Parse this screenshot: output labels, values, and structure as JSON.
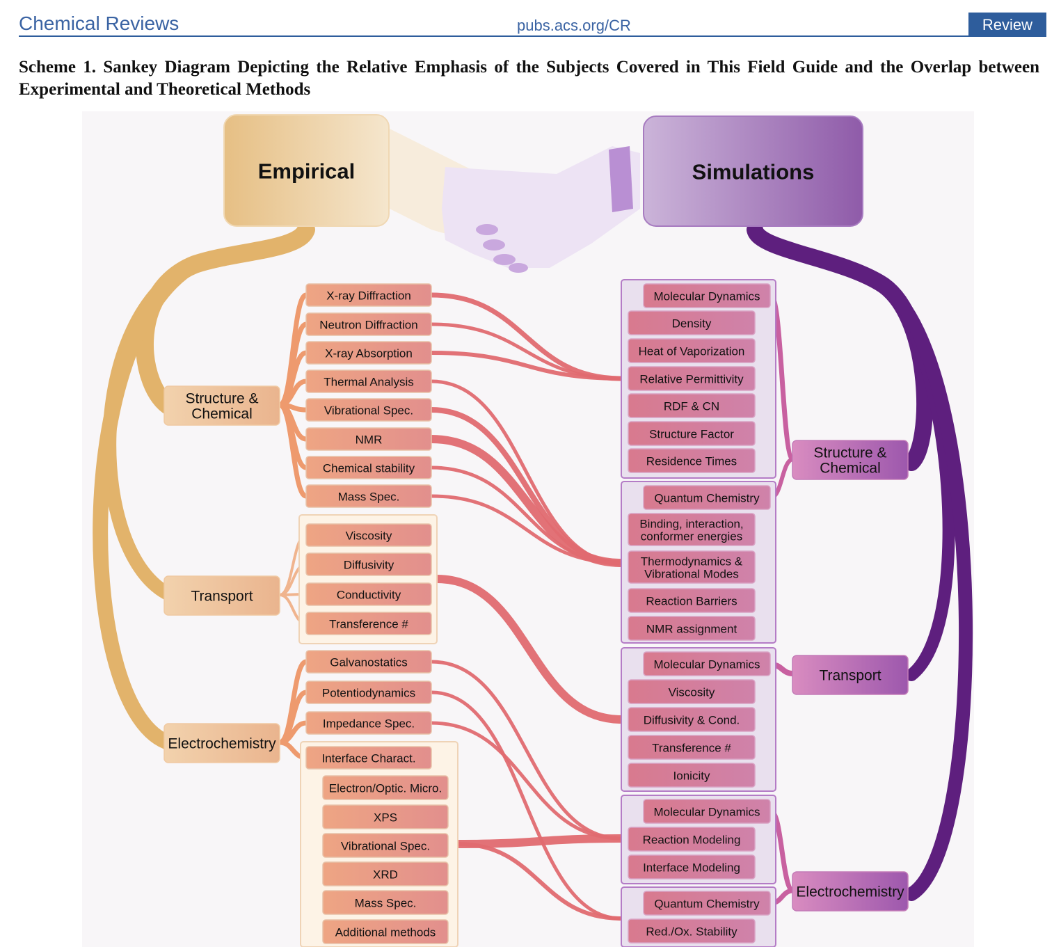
{
  "header": {
    "journal": "Chemical Reviews",
    "url": "pubs.acs.org/CR",
    "badge": "Review"
  },
  "caption": "Scheme 1. Sankey Diagram Depicting the Relative Emphasis of the Subjects Covered in This Field Guide and the Overlap between Experimental and Theoretical Methods",
  "colors": {
    "empirical": "#e2b36b",
    "simulations": "#5e1f7e",
    "link": "#e06a70",
    "branch_left": "#ee9a6e",
    "branch_right": "#c860a0"
  },
  "diagram": {
    "roots": {
      "empirical": "Empirical",
      "simulations": "Simulations"
    },
    "empirical_categories": [
      "Structure &\nChemical",
      "Transport",
      "Electrochemistry"
    ],
    "simulation_categories": [
      "Structure &\nChemical",
      "Transport",
      "Electrochemistry"
    ],
    "experimental_methods": {
      "structure": [
        "X-ray Diffraction",
        "Neutron Diffraction",
        "X-ray Absorption",
        "Thermal Analysis",
        "Vibrational Spec.",
        "NMR",
        "Chemical stability",
        "Mass Spec."
      ],
      "transport": [
        "Viscosity",
        "Diffusivity",
        "Conductivity",
        "Transference #"
      ],
      "electrochemistry": [
        "Galvanostatics",
        "Potentiodynamics",
        "Impedance Spec.",
        "Interface Charact."
      ],
      "interface": [
        "Electron/Optic. Micro.",
        "XPS",
        "Vibrational Spec.",
        "XRD",
        "Mass Spec.",
        "Additional methods"
      ]
    },
    "simulation_groups": {
      "structure_md": {
        "header": "Molecular Dynamics",
        "items": [
          "Density",
          "Heat of Vaporization",
          "Relative Permittivity",
          "RDF & CN",
          "Structure Factor",
          "Residence Times"
        ]
      },
      "structure_qc": {
        "header": "Quantum Chemistry",
        "items": [
          "Binding, interaction,\nconformer energies",
          "Thermodynamics &\nVibrational Modes",
          "Reaction Barriers",
          "NMR assignment"
        ]
      },
      "transport_md": {
        "header": "Molecular Dynamics",
        "items": [
          "Viscosity",
          "Diffusivity & Cond.",
          "Transference #",
          "Ionicity"
        ]
      },
      "electro_md": {
        "header": "Molecular Dynamics",
        "items": [
          "Reaction Modeling",
          "Interface Modeling"
        ]
      },
      "electro_qc": {
        "header": "Quantum Chemistry",
        "items": [
          "Red./Ox. Stability"
        ]
      }
    }
  }
}
